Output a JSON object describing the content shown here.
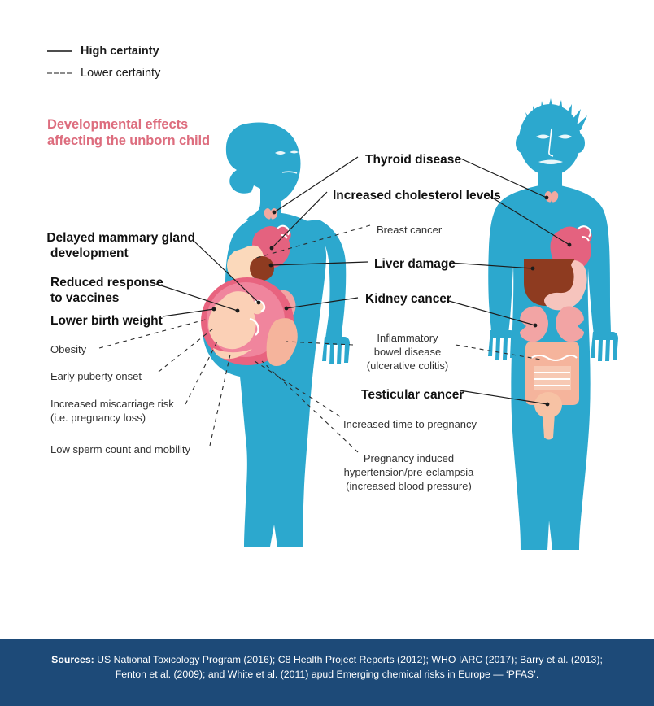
{
  "legend": {
    "items": [
      {
        "style": "solid",
        "label": "High certainty"
      },
      {
        "style": "dashed",
        "label": "Lower certainty"
      }
    ]
  },
  "headings": {
    "developmental_line1": "Developmental effects",
    "developmental_line2": "affecting the unborn child",
    "developmental_color": "#dd6d7e"
  },
  "labels_left": [
    {
      "id": "delayed-mammary-gland-development",
      "certainty": "high",
      "lines": [
        "Delayed mammary gland",
        "development"
      ]
    },
    {
      "id": "reduced-response-to-vaccines",
      "certainty": "high",
      "lines": [
        "Reduced response",
        "to vaccines"
      ]
    },
    {
      "id": "lower-birth-weight",
      "certainty": "high",
      "lines": [
        "Lower birth weight"
      ]
    },
    {
      "id": "obesity",
      "certainty": "low",
      "lines": [
        "Obesity"
      ]
    },
    {
      "id": "early-puberty-onset",
      "certainty": "low",
      "lines": [
        "Early puberty onset"
      ]
    },
    {
      "id": "increased-miscarriage-risk",
      "certainty": "low",
      "lines": [
        "Increased miscarriage risk",
        "(i.e. pregnancy loss)"
      ]
    },
    {
      "id": "low-sperm-count-and-mobility",
      "certainty": "low",
      "lines": [
        "Low sperm count and mobility"
      ]
    }
  ],
  "labels_right": [
    {
      "id": "thyroid-disease",
      "certainty": "high",
      "lines": [
        "Thyroid disease"
      ]
    },
    {
      "id": "increased-cholesterol-levels",
      "certainty": "high",
      "lines": [
        "Increased cholesterol levels"
      ]
    },
    {
      "id": "breast-cancer",
      "certainty": "low",
      "lines": [
        "Breast cancer"
      ]
    },
    {
      "id": "liver-damage",
      "certainty": "high",
      "lines": [
        "Liver damage"
      ]
    },
    {
      "id": "kidney-cancer",
      "certainty": "high",
      "lines": [
        "Kidney cancer"
      ]
    },
    {
      "id": "inflammatory-bowel-disease",
      "certainty": "low",
      "lines": [
        "Inflammatory",
        "bowel disease",
        "(ulcerative colitis)"
      ]
    },
    {
      "id": "testicular-cancer",
      "certainty": "high",
      "lines": [
        "Testicular cancer"
      ]
    },
    {
      "id": "increased-time-to-pregnancy",
      "certainty": "low",
      "lines": [
        "Increased time to pregnancy"
      ]
    },
    {
      "id": "pregnancy-induced-hypertension",
      "certainty": "low",
      "lines": [
        "Pregnancy induced",
        "hypertension/pre-eclampsia",
        "(increased blood pressure)"
      ]
    }
  ],
  "figures": {
    "body_color": "#2ca8ce",
    "organs": {
      "thyroid": "#f2a9a0",
      "heart": "#e4627f",
      "breast": "#fbd9bb",
      "liver": "#8e3b20",
      "kidney": "#f2a4a4",
      "stomach": "#f6c4bd",
      "intestine": "#f5b49c",
      "bladder": "#f7c2a4"
    }
  },
  "footer": {
    "label": "Sources:",
    "line1": " US National Toxicology Program (2016); C8 Health Project Reports (2012); WHO IARC (2017); Barry et al. (2013);",
    "line2": "Fenton et al. (2009); and White et al. (2011) apud Emerging chemical risks in Europe — ‘PFAS’.",
    "background": "#1d4a78"
  }
}
